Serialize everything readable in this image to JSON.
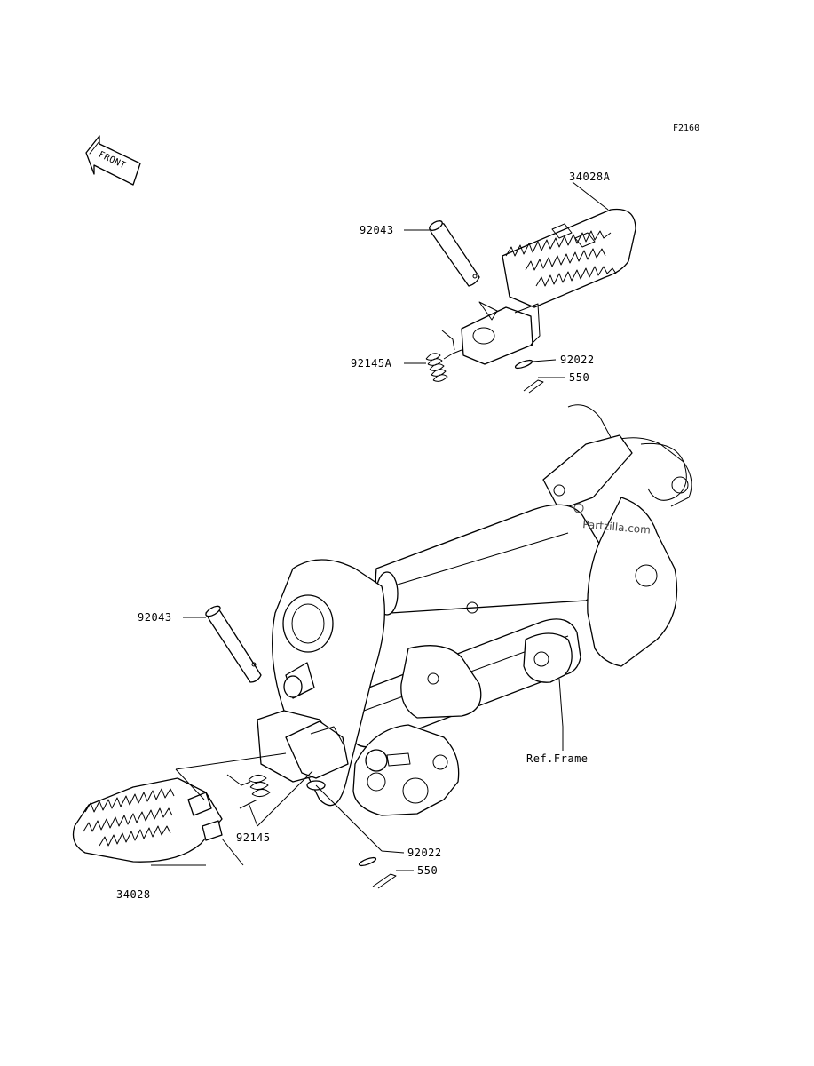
{
  "diagram_code": "F2160",
  "front_arrow_label": "FRONT",
  "watermark": "Partzilla.com",
  "callouts": {
    "upper_footpeg": "34028A",
    "upper_pin": "92043",
    "upper_spring": "92145A",
    "upper_washer": "92022",
    "upper_cotter": "550",
    "lower_pin": "92043",
    "lower_spring": "92145",
    "lower_footpeg": "34028",
    "lower_washer": "92022",
    "lower_cotter": "550",
    "ref_frame": "Ref.Frame"
  }
}
